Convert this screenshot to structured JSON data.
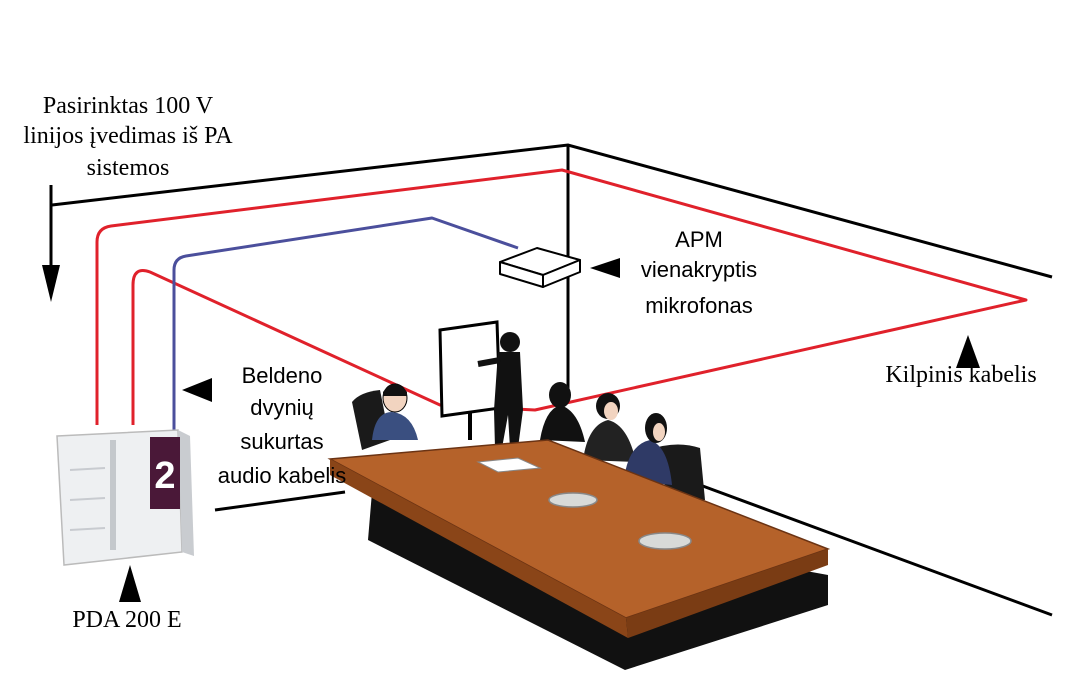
{
  "labels": {
    "pa_input": [
      "Pasirinktas 100 V",
      "linijos įvedimas iš PA",
      "sistemos"
    ],
    "apm": [
      "APM",
      "vienakryptis",
      "mikrofonas"
    ],
    "loop_cable": "Kilpinis kabelis",
    "belden": [
      "Beldeno",
      "dvynių",
      "sukurtas",
      "audio kabelis"
    ],
    "device": "PDA 200 E"
  },
  "colors": {
    "loop_cable": "#e0212b",
    "audio_cable": "#4b4f9c",
    "table_top": "#b5622a",
    "table_base": "#111111",
    "device_panel": "#4a1838"
  }
}
